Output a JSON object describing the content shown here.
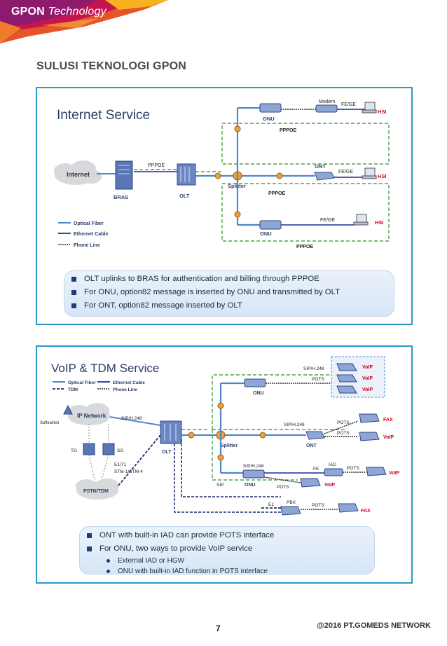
{
  "header": {
    "brand": "GPON",
    "title_italic": "Technology"
  },
  "section_title": "SULUSI TEKNOLOGI GPON",
  "internet": {
    "title": "Internet Service",
    "labels": {
      "internet": "Internet",
      "bras": "BRAS",
      "olt": "OLT",
      "pppoe": "PPPOE",
      "splitter": "Splitter",
      "onu": "ONU",
      "ont": "ONT",
      "modem": "Modem",
      "fege": "FE/GE",
      "hsi": "HSI"
    },
    "legend": [
      "Optical Fiber",
      "Ethernet Cable",
      "Phone Line"
    ],
    "bullets": [
      "OLT uplinks to BRAS for authentication and billing through PPPOE",
      "For ONU, option82 message is inserted by ONU and transmitted by OLT",
      "For ONT, option82 message inserted by OLT"
    ]
  },
  "voip": {
    "title": "VoIP & TDM Service",
    "legend": [
      "Optical Fiber",
      "Ethernet Cable",
      "TDM",
      "Phone Line"
    ],
    "labels": {
      "ipnet": "IP Network",
      "softswitch": "Softswitch",
      "tg": "TG",
      "sg": "SG",
      "e1t1": "E1/T1",
      "stm": "STM-1/STM-4",
      "pstn": "PSTN/TDM",
      "siph248": "SIP/H.248",
      "olt": "OLT",
      "splitter": "Splitter",
      "onu": "ONU",
      "ont": "ONT",
      "pots": "POTS",
      "voip": "VoIP",
      "fax": "FAX",
      "iad": "IAD",
      "fe": "FE",
      "sip": "SIP",
      "e1": "E1",
      "pbx": "PBX"
    },
    "bullets": [
      "ONT with built-in IAD can provide POTS interface",
      "For ONU, two ways to provide VoIP service"
    ],
    "sub_bullets": [
      "External IAD or HGW",
      "ONU with built-in IAD function in POTS interface"
    ]
  },
  "footer": {
    "page": "7",
    "copyright": "@2016 PT.GOMEDS NETWORK"
  },
  "colors": {
    "panel_border": "#2a98c9",
    "fiber": "#4f87c6",
    "ethernet": "#1b2a9c",
    "tdm": "#1b2a6e",
    "pppoe_box": "#2f8f2f",
    "hsi": "#d6001c"
  }
}
